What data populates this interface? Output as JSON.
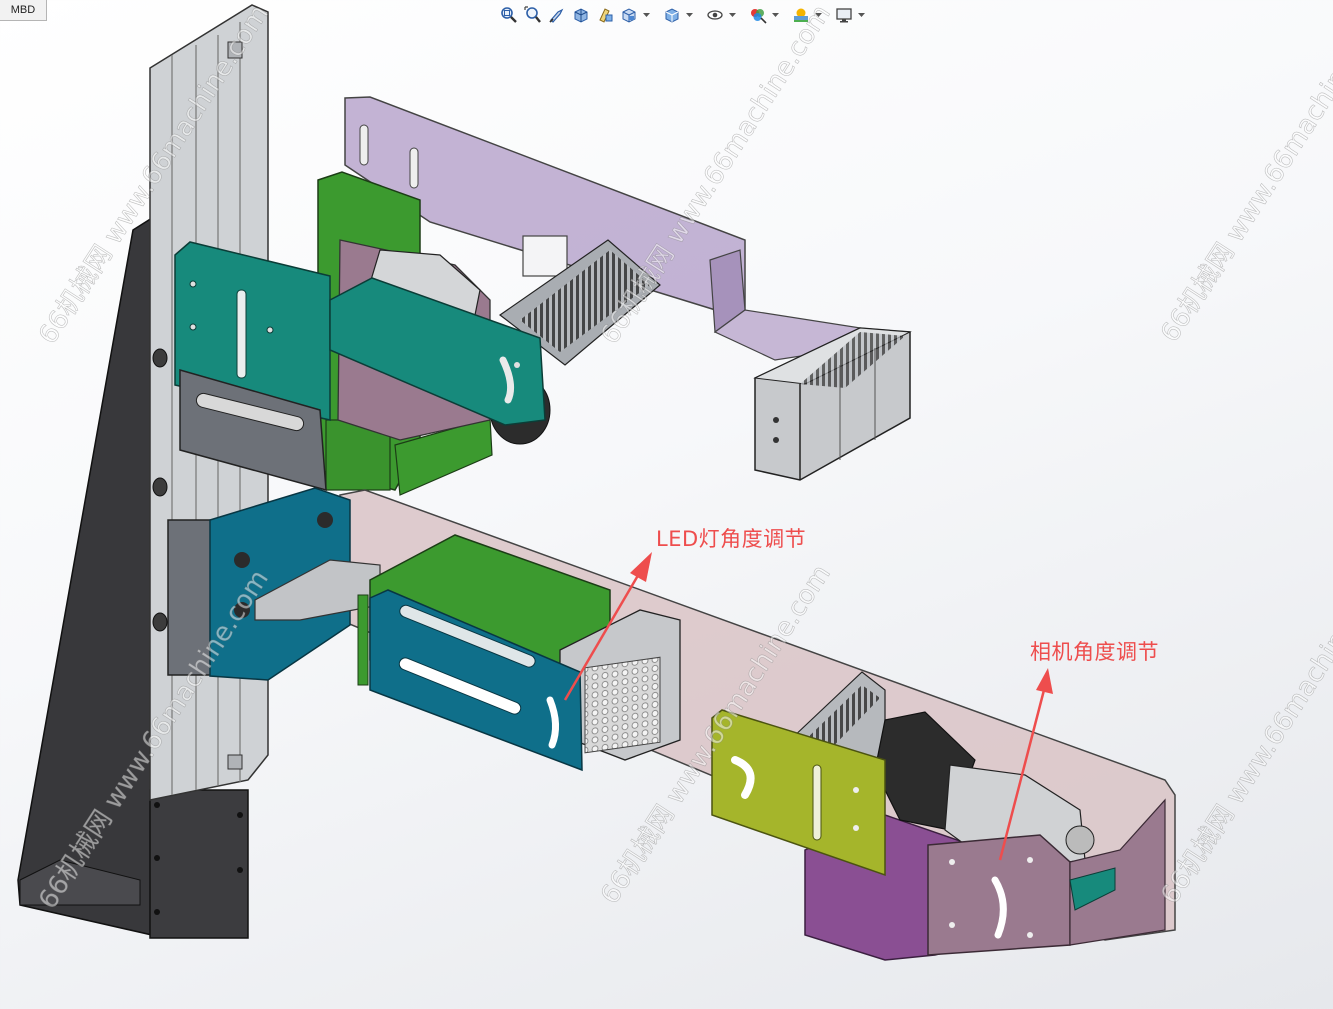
{
  "tabs": {
    "mbd": "MBD"
  },
  "toolbar": {
    "items": [
      {
        "icon": "zoom-to-fit-icon",
        "dropdown": false
      },
      {
        "icon": "zoom-to-area-icon",
        "dropdown": false
      },
      {
        "icon": "previous-view-icon",
        "dropdown": false
      },
      {
        "icon": "section-view-icon",
        "dropdown": false
      },
      {
        "icon": "dynamic-annotation-icon",
        "dropdown": false
      },
      {
        "icon": "view-orientation-icon",
        "dropdown": true
      },
      {
        "icon": "display-style-icon",
        "dropdown": true
      },
      {
        "icon": "hide-show-items-icon",
        "dropdown": true
      },
      {
        "icon": "edit-appearance-icon",
        "dropdown": true
      },
      {
        "icon": "apply-scene-icon",
        "dropdown": true
      },
      {
        "icon": "view-settings-icon",
        "dropdown": true
      }
    ]
  },
  "annotations": {
    "led": "LED灯角度调节",
    "camera": "相机角度调节"
  },
  "watermark": "66机械网 www.66machine.com",
  "colors": {
    "annotation": "#ee4d4d",
    "teal": "#178a7c",
    "green": "#3c9a2f",
    "blue": "#0f6f8a",
    "purple_plate": "#b9a6cc",
    "pink_plate": "#d9c3c6",
    "olive": "#a5b52b",
    "violet": "#8a4f93",
    "mauve": "#9a7a8f",
    "aluminum": "#c9cccf",
    "dark_base": "#3f3f42"
  }
}
